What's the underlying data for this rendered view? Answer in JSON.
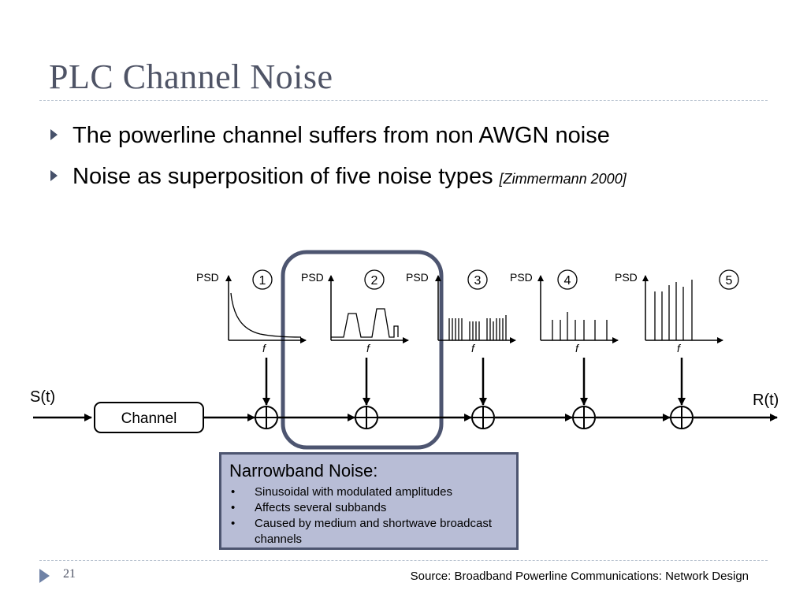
{
  "slide": {
    "title": "PLC Channel Noise",
    "bullets": [
      {
        "text": "The powerline channel suffers from non AWGN noise",
        "cite": ""
      },
      {
        "text": "Noise as superposition of five noise types ",
        "cite": "[Zimmermann 2000]"
      }
    ],
    "page_number": "21",
    "source": "Source: Broadband Powerline Communications: Network Design"
  },
  "diagram": {
    "input_label": "S(t)",
    "output_label": "R(t)",
    "channel_label": "Channel",
    "psd_label": "PSD",
    "f_label": "f",
    "noise_numbers": [
      "1",
      "2",
      "3",
      "4",
      "5"
    ],
    "highlight_color": "#4d5570"
  },
  "callout": {
    "title": "Narrowband Noise:",
    "bullet_marker": "•",
    "items": [
      "Sinusoidal with modulated amplitudes",
      "Affects several subbands",
      "Caused by medium and shortwave broadcast channels"
    ],
    "background": "#b8bdd6",
    "border": "#4d5570"
  }
}
